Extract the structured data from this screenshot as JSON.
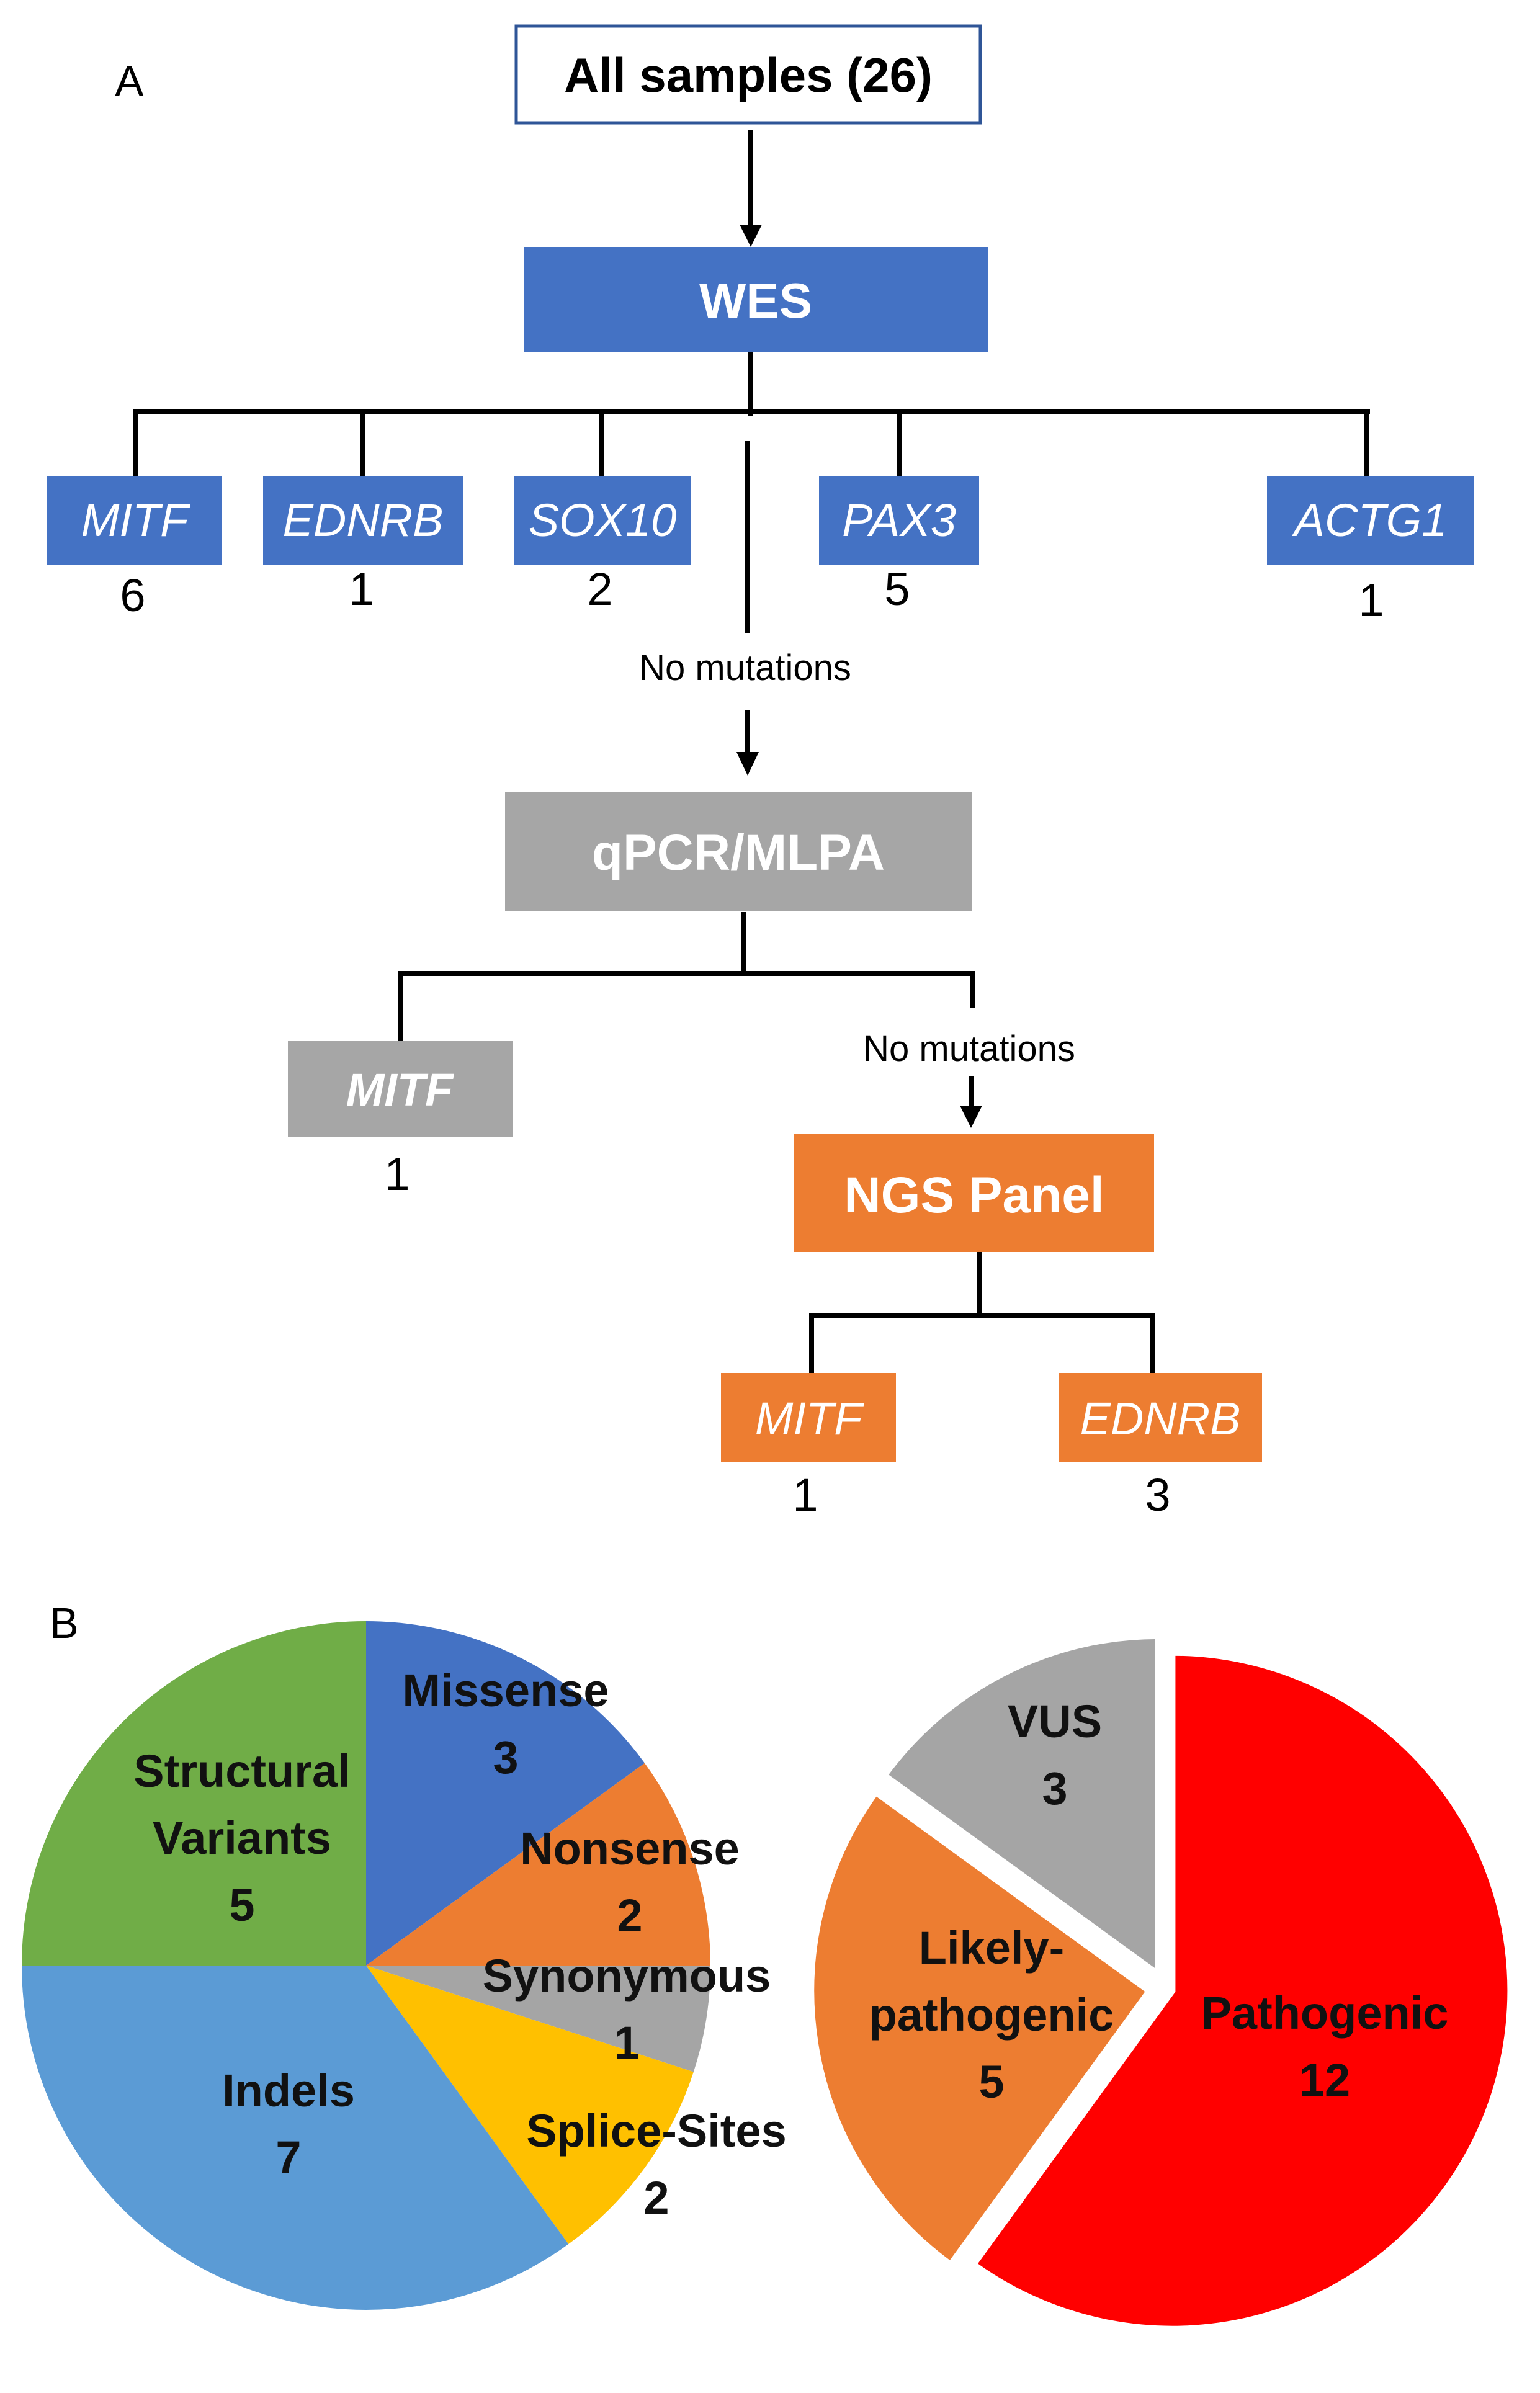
{
  "panel_labels": {
    "a": "A",
    "b": "B"
  },
  "flow": {
    "root": {
      "label": "All samples (26)"
    },
    "wes": {
      "label": "WES",
      "color": "#4472C4"
    },
    "wes_results": [
      {
        "gene": "MITF",
        "count": "6"
      },
      {
        "gene": "EDNRB",
        "count": "1"
      },
      {
        "gene": "SOX10",
        "count": "2"
      },
      {
        "gene": "PAX3",
        "count": "5"
      },
      {
        "gene": "ACTG1",
        "count": "1"
      }
    ],
    "no_mutations_1": "No mutations",
    "qpcr": {
      "label": "qPCR/MLPA",
      "color": "#A6A6A6"
    },
    "qpcr_results": [
      {
        "gene": "MITF",
        "count": "1"
      }
    ],
    "no_mutations_2": "No mutations",
    "ngs": {
      "label": "NGS Panel",
      "color": "#ED7D31"
    },
    "ngs_results": [
      {
        "gene": "MITF",
        "count": "1"
      },
      {
        "gene": "EDNRB",
        "count": "3"
      }
    ]
  },
  "chart_data": [
    {
      "type": "pie",
      "slices": [
        {
          "label_lines": [
            "Missense"
          ],
          "value": 3,
          "color": "#4472C4"
        },
        {
          "label_lines": [
            "Nonsense"
          ],
          "value": 2,
          "color": "#ED7D31"
        },
        {
          "label_lines": [
            "Synonymous"
          ],
          "value": 1,
          "color": "#A5A5A5"
        },
        {
          "label_lines": [
            "Splice-Sites"
          ],
          "value": 2,
          "color": "#FFC000"
        },
        {
          "label_lines": [
            "Indels"
          ],
          "value": 7,
          "color": "#5B9BD5"
        },
        {
          "label_lines": [
            "Structural",
            "Variants"
          ],
          "value": 5,
          "color": "#70AD47"
        }
      ]
    },
    {
      "type": "pie",
      "slices": [
        {
          "label_lines": [
            "Pathogenic"
          ],
          "value": 12,
          "color": "#FF0000"
        },
        {
          "label_lines": [
            "Likely-",
            "pathogenic"
          ],
          "value": 5,
          "color": "#ED7D31"
        },
        {
          "label_lines": [
            "VUS"
          ],
          "value": 3,
          "color": "#A5A5A5"
        }
      ]
    }
  ]
}
